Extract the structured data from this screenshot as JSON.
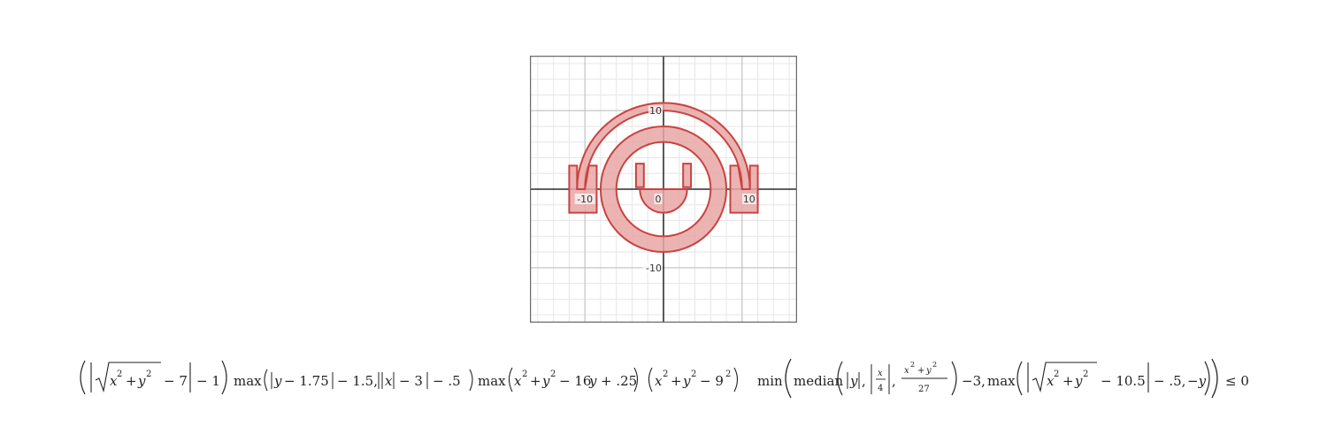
{
  "graph": {
    "x_range": [
      -17,
      17
    ],
    "y_range": [
      -17,
      17
    ],
    "minor_step": 2,
    "major_step": 10,
    "tick_labels": {
      "x_neg": "-10",
      "x_pos": "10",
      "origin": "0",
      "y_pos": "10",
      "y_neg": "-10"
    },
    "region_fill": "#e9a6a6",
    "region_stroke": "#c74440",
    "axis_color": "#000000"
  },
  "formula": {
    "text": "((|√(x²+y²) −7| −1) max(|y−1.75|−1.5,||x|−3|−.5) max(x²+y²−16y+.25)(x²+y²−9²) min(median(|y|,|x/4|,(x²+y²)/27)−3, max(|√(x²+y²) −10.5|−.5,−y)) ≤ 0",
    "t": {
      "sev": "− 7",
      "m1": "− 1",
      "max": "max",
      "y": "y",
      "a175": "− 1.75",
      "a15": "− 1.5,",
      "x": "x",
      "m3": "− 3",
      "h5": "− .5",
      "plus": "+",
      "m16": "− 16",
      "p25": "+ .25",
      "m9": "− 9",
      "min": "min",
      "median": "median",
      "comma": ",",
      "four": "4",
      "twentyseven": "27",
      "m3b": "−3,",
      "m105": "− 10.5",
      "h5b": "− .5,",
      "negy": "−y",
      "leq": "≤ 0",
      "two": "2"
    }
  }
}
